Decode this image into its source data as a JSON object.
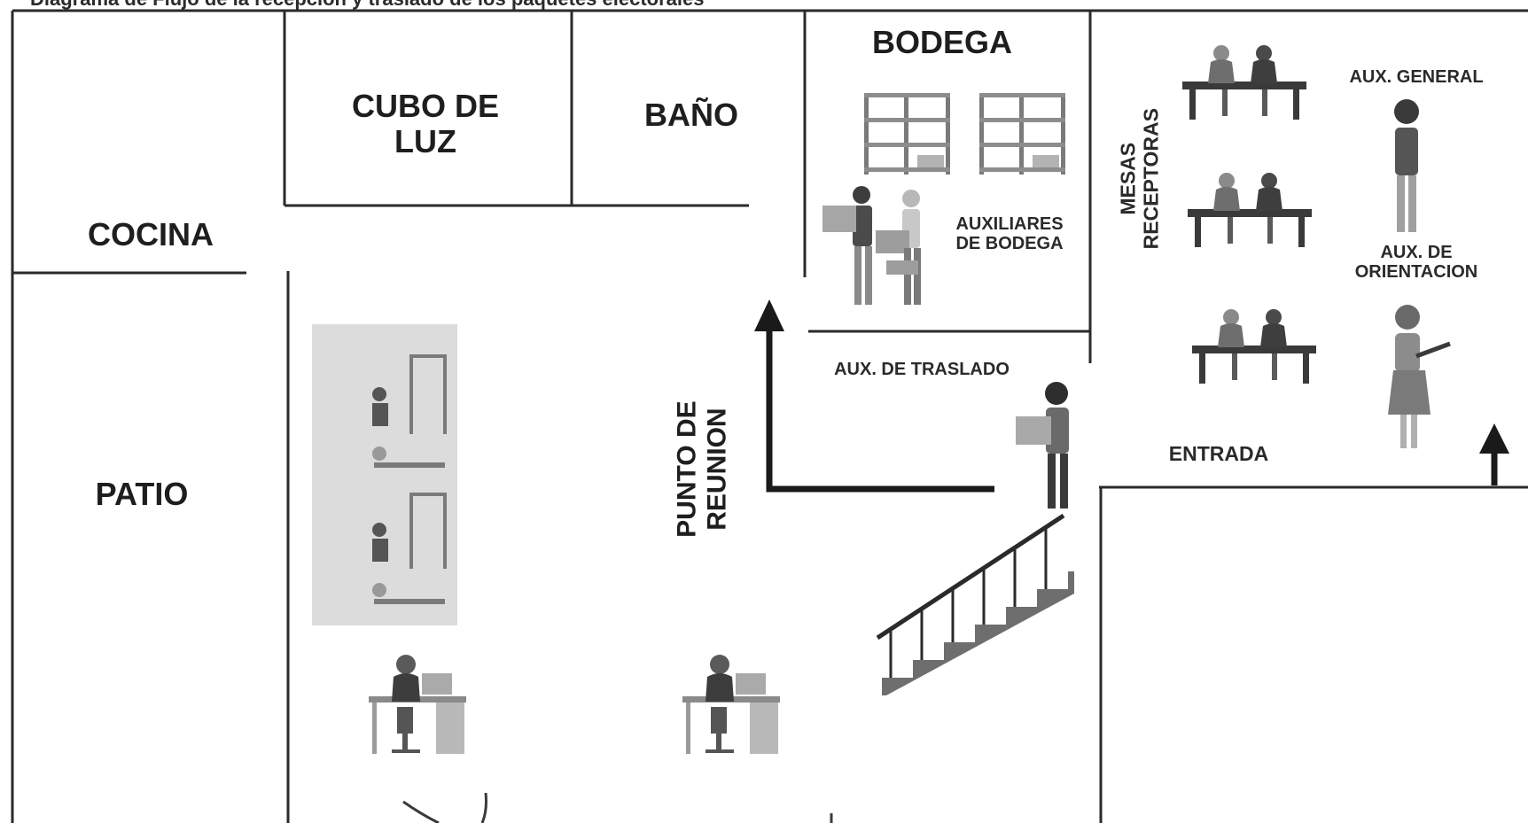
{
  "caption": "Diagrama de Flujo de la recepcion y traslado de los paquetes electorales",
  "rooms": {
    "cubo_de_luz": "CUBO DE\nLUZ",
    "bano": "BAÑO",
    "bodega": "BODEGA",
    "cocina": "COCINA",
    "patio": "PATIO"
  },
  "labels": {
    "auxiliares_de_bodega": "AUXILIARES\nDE BODEGA",
    "aux_de_traslado": "AUX. DE TRASLADO",
    "punto_de_reunion": "PUNTO DE\nREUNION",
    "mesas_receptoras": "MESAS\nRECEPTORAS",
    "aux_general": "AUX. GENERAL",
    "aux_de_orientacion": "AUX. DE\nORIENTACION",
    "entrada": "ENTRADA"
  },
  "colors": {
    "wall": "#2a2a2a",
    "arrow": "#1a1a1a",
    "figure_dark": "#3d3d3d",
    "figure_light": "#9a9a9a",
    "panel_gray": "#dcdcdc"
  },
  "icons": [
    "shelf-icon",
    "people-carrying-box-icon",
    "stairs-icon",
    "person-with-box-icon",
    "reception-table-icon",
    "standing-man-icon",
    "woman-with-tablet-icon",
    "office-desk-worker-icon",
    "office-workers-panel-icon",
    "arrow-up-icon"
  ]
}
